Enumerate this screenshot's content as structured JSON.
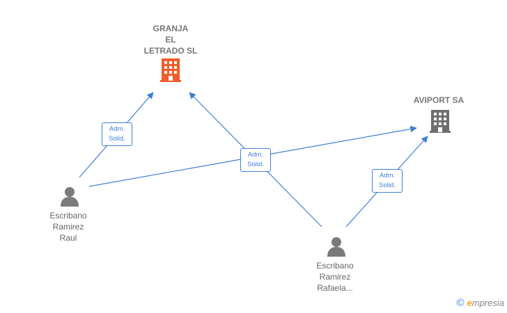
{
  "nodes": {
    "granja": {
      "label": "GRANJA\nEL\nLETRADO  SL",
      "icon": "building-icon",
      "color": "#f25c2b"
    },
    "aviport": {
      "label": "AVIPORT SA",
      "icon": "building-icon",
      "color": "#6e6e6e"
    },
    "raul": {
      "label": "Escribano\nRamirez\nRaul",
      "icon": "person-icon",
      "color": "#7a7a7a"
    },
    "rafaela": {
      "label": "Escribano\nRamirez\nRafaela...",
      "icon": "person-icon",
      "color": "#7a7a7a"
    }
  },
  "edges": [
    {
      "from": "raul",
      "to": "granja",
      "label": "Adm.\nSolid."
    },
    {
      "from": "raul",
      "to": "aviport",
      "label": "Adm.\nSolid."
    },
    {
      "from": "rafaela",
      "to": "granja",
      "label": "Adm.\nSolid."
    },
    {
      "from": "rafaela",
      "to": "aviport",
      "label": "Adm.\nSolid."
    }
  ],
  "edge_color": "#3d7fd6",
  "watermark": {
    "symbol": "©",
    "brand_first": "e",
    "brand_rest": "mpresia"
  }
}
